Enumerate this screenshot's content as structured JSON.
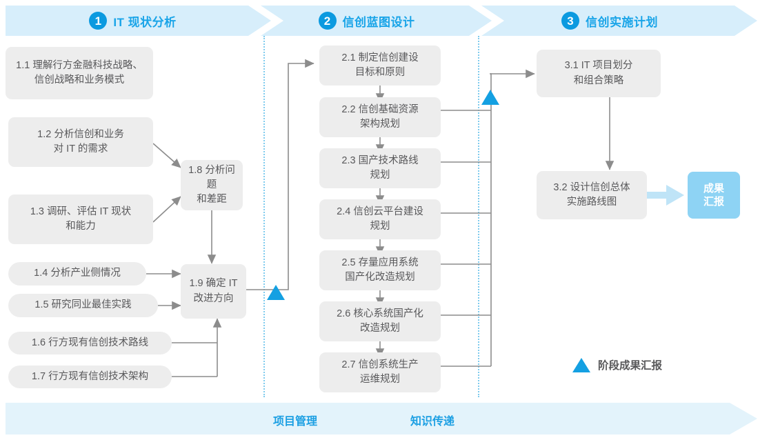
{
  "phases": [
    {
      "num": "1",
      "title": "IT 现状分析"
    },
    {
      "num": "2",
      "title": "信创蓝图设计"
    },
    {
      "num": "3",
      "title": "信创实施计划"
    }
  ],
  "nodes": {
    "n11": "1.1 理解行方金融科技战略、\n信创战略和业务模式",
    "n12": "1.2 分析信创和业务\n对 IT 的需求",
    "n13": "1.3 调研、评估 IT 现状\n和能力",
    "n14": "1.4 分析产业侧情况",
    "n15": "1.5 研究同业最佳实践",
    "n16": "1.6 行方现有信创技术路线",
    "n17": "1.7 行方现有信创技术架构",
    "n18": "1.8 分析问题\n和差距",
    "n19": "1.9 确定 IT\n改进方向",
    "n21": "2.1 制定信创建设\n目标和原则",
    "n22": "2.2 信创基础资源\n架构规划",
    "n23": "2.3 国产技术路线\n规划",
    "n24": "2.4 信创云平台建设\n规划",
    "n25": "2.5 存量应用系统\n国产化改造规划",
    "n26": "2.6 核心系统国产化\n改造规划",
    "n27": "2.7 信创系统生产\n运维规划",
    "n31": "3.1 IT 项目划分\n和组合策略",
    "n32": "3.2 设计信创总体\n实施路线图"
  },
  "badge": {
    "label": "成果\n汇报"
  },
  "legend": {
    "label": "阶段成果汇报"
  },
  "bottom": {
    "project_management": "项目管理",
    "knowledge_transfer": "知识传递"
  },
  "colors": {
    "band": "#d7eefb",
    "band_bottom": "#e3f3fb",
    "accent": "#18a4e8",
    "accent_dark": "#0b9ae0",
    "node_bg": "#ededed",
    "node_text": "#58585a",
    "badge_bg": "#8ed3f4",
    "wire": "#8c8c8c",
    "divider": "#7ecbee"
  }
}
